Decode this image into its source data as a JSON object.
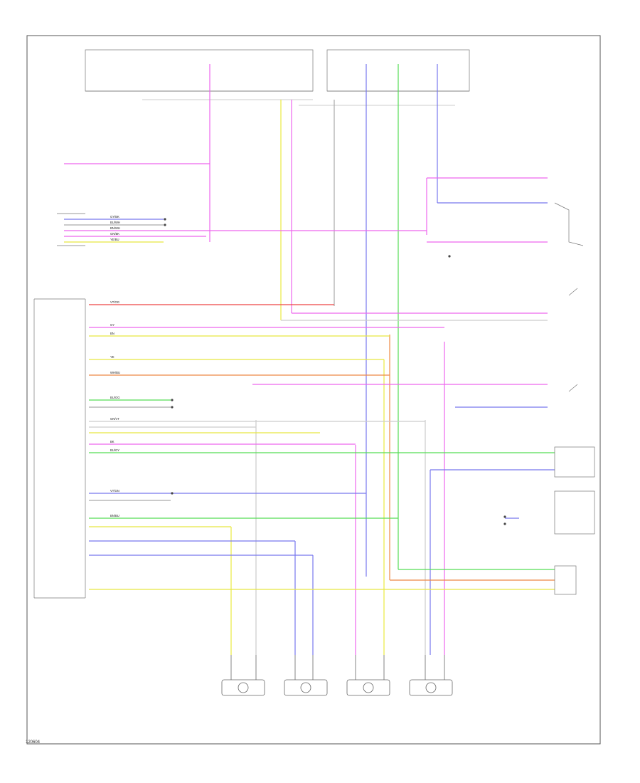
{
  "diagram": {
    "type": "automotive wiring schematic",
    "border_color": "#555555",
    "wire_colors": {
      "violet": "#7777ee",
      "pink": "#ee66ee",
      "yellow": "#e8e840",
      "green": "#55dd55",
      "orange": "#ee8844",
      "red": "#ee4444",
      "light_violet": "#aaaaee"
    },
    "pin_labels": [
      "GY/BK",
      "BU/WH",
      "BN/WH",
      "GN/BK",
      "YE/BU",
      "VT/OG",
      "GY",
      "BN",
      "YE",
      "WH/BU",
      "BU/OG",
      "GN/VT",
      "BK",
      "BU/GY",
      "VT/GN",
      "BN/BU"
    ],
    "footer_code": "120604"
  }
}
